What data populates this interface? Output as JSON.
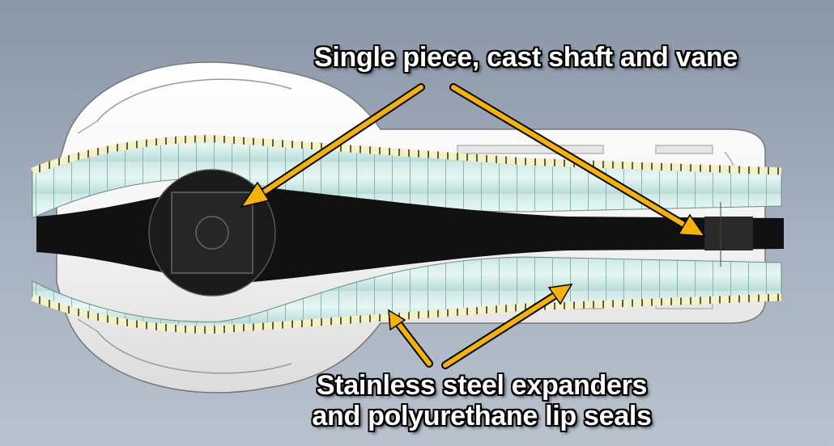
{
  "callouts": {
    "top": "Single piece, cast shaft and vane",
    "bottom_line1": "Stainless steel expanders",
    "bottom_line2": "and polyurethane lip seals"
  },
  "colors": {
    "arrow": "#f5b300",
    "housing": "#f2f2f2",
    "vane": "#101010",
    "seal": "#d7efe9",
    "expander": "#e8e6b0"
  }
}
